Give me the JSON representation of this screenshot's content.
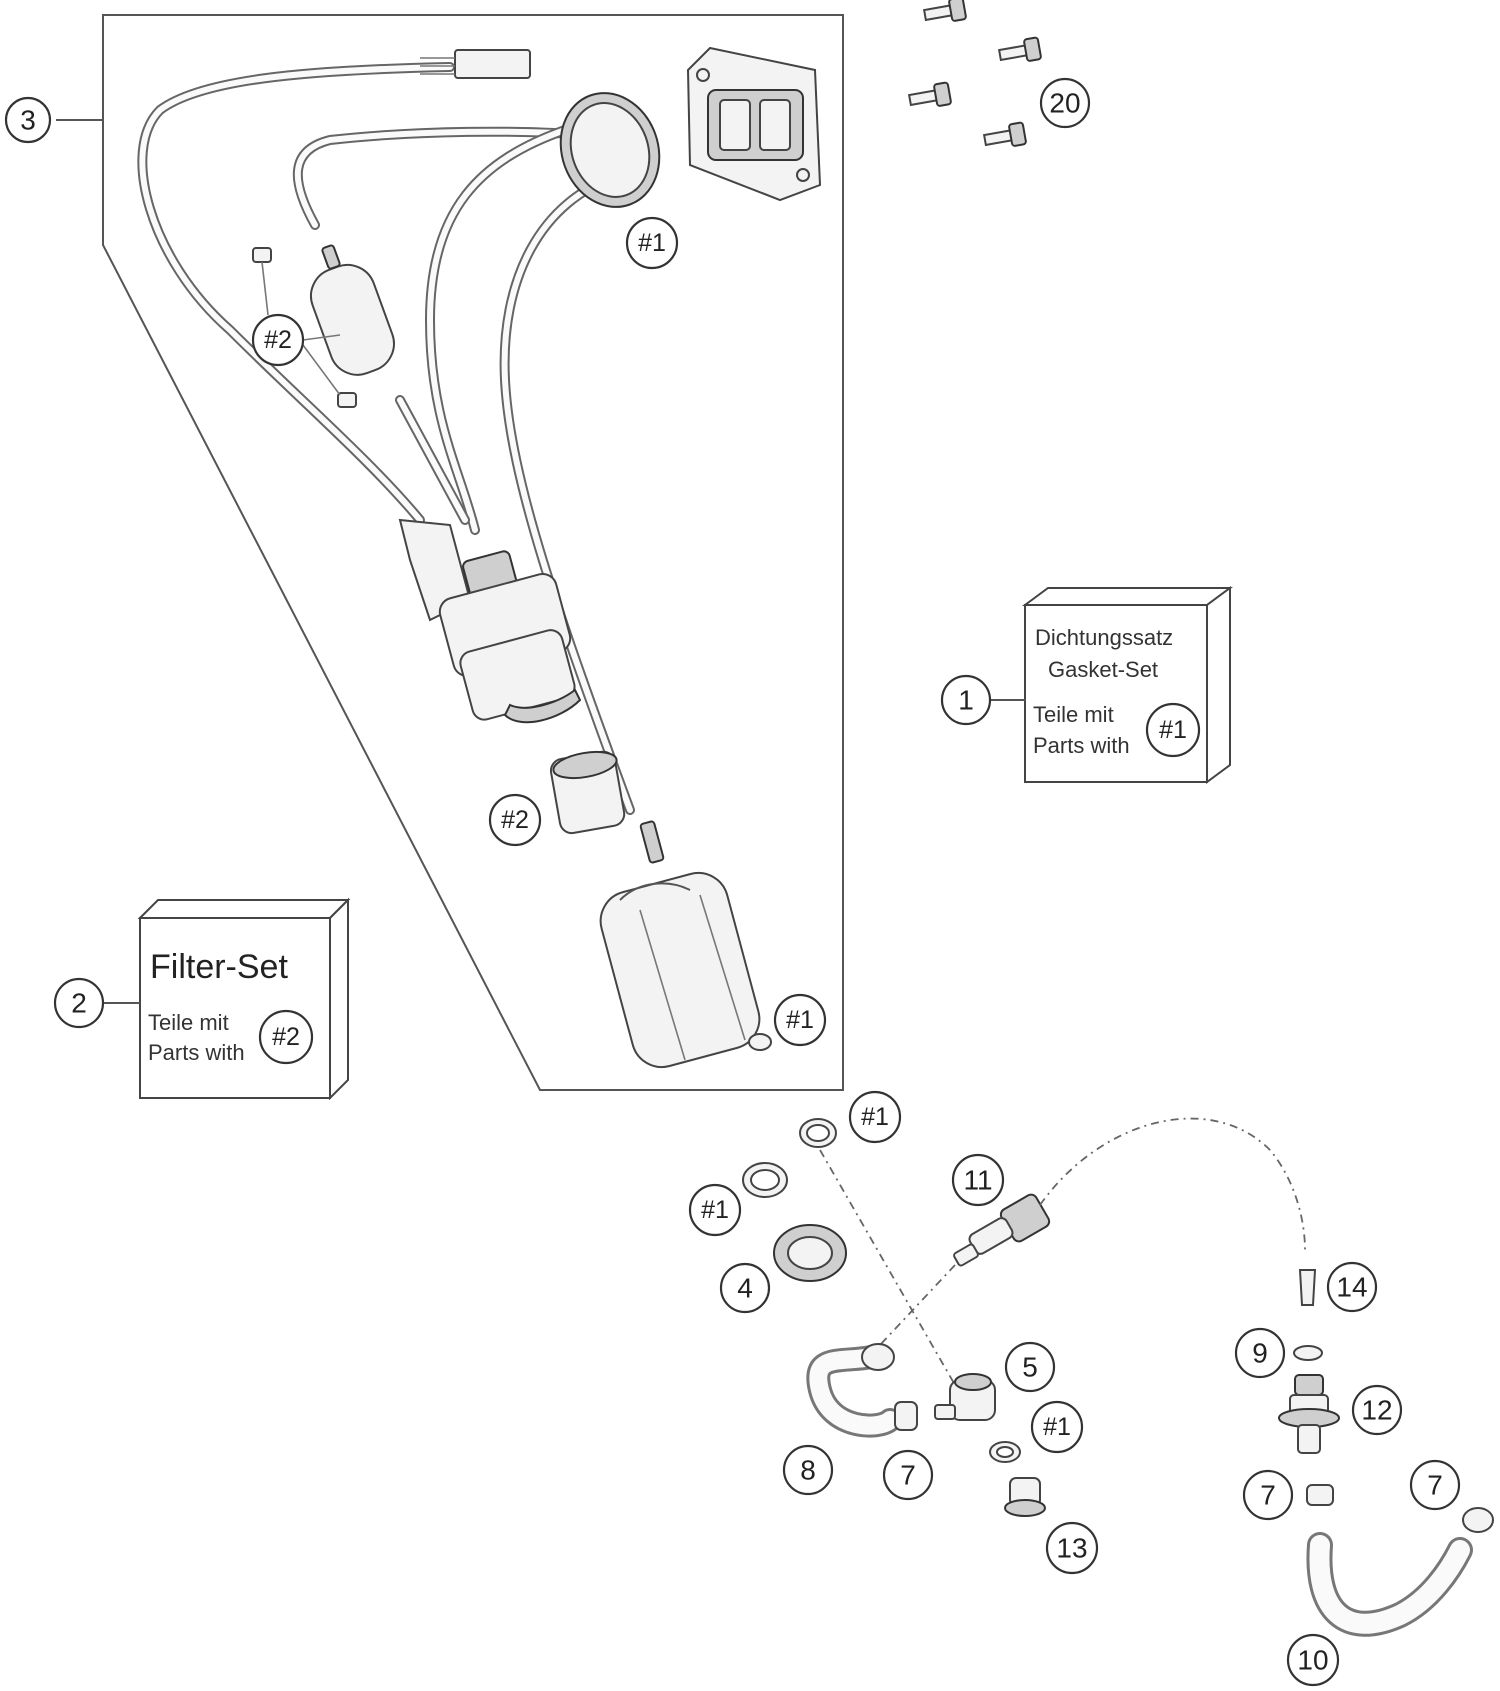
{
  "kits": {
    "gasket_set": {
      "number": "1",
      "line1": "Dichtungssatz",
      "line2": "Gasket-Set",
      "line3": "Teile mit",
      "line4": "Parts with",
      "ref": "#1"
    },
    "filter_set": {
      "number": "2",
      "title": "Filter-Set",
      "line1": "Teile mit",
      "line2": "Parts with",
      "ref": "#2"
    }
  },
  "callouts": {
    "assembly": "3",
    "screws": "20",
    "gasket_ref_ring": "#1",
    "filter_ref_inline": "#2",
    "filter_ref_strainer": "#2",
    "gasket_ref_pump": "#1",
    "gasket_ref_washer_top": "#1",
    "gasket_ref_oring": "#1",
    "gasket_ref_fitting": "#1",
    "part_4": "4",
    "part_5": "5",
    "part_7a": "7",
    "part_7b": "7",
    "part_7c": "7",
    "part_8": "8",
    "part_9": "9",
    "part_10": "10",
    "part_11": "11",
    "part_12": "12",
    "part_13": "13",
    "part_14": "14"
  }
}
